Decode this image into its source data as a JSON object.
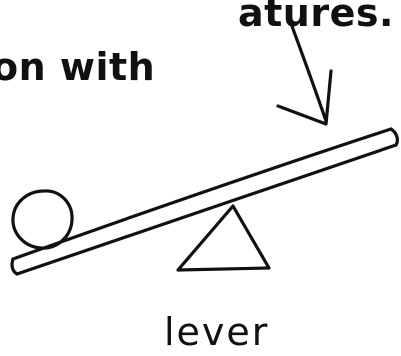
{
  "text": {
    "line_1": "atures.",
    "line_2": "on with"
  },
  "diagram": {
    "caption": "lever",
    "stroke_color": "#111111",
    "background_color": "#ffffff",
    "parts": [
      "arrow",
      "lever-plank",
      "ball",
      "fulcrum"
    ]
  }
}
